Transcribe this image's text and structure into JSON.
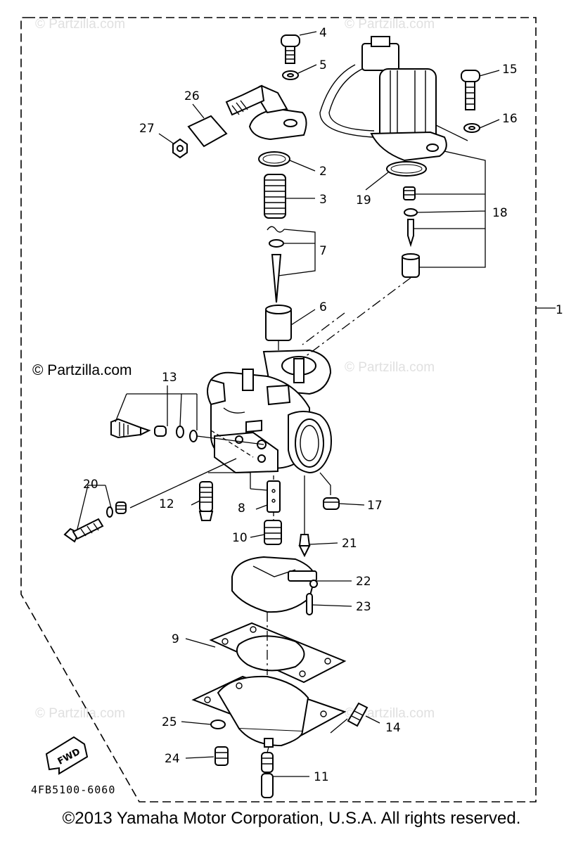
{
  "diagram": {
    "callouts": [
      "1",
      "2",
      "3",
      "4",
      "5",
      "6",
      "7",
      "8",
      "9",
      "10",
      "11",
      "12",
      "13",
      "14",
      "15",
      "16",
      "17",
      "18",
      "19",
      "20",
      "21",
      "22",
      "23",
      "24",
      "25",
      "26",
      "27"
    ],
    "watermark": "© Partzilla.com",
    "fwd_label": "FWD",
    "drawing_code": "4FB5100-6060"
  },
  "footer": {
    "copyright": "©2013 Yamaha Motor Corporation, U.S.A. All rights reserved."
  }
}
